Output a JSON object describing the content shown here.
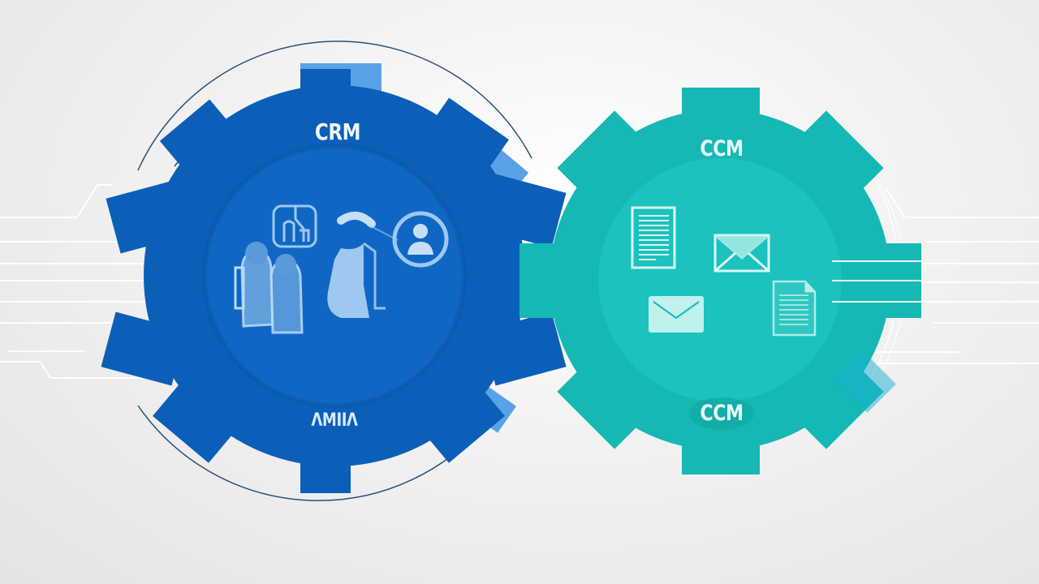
{
  "diagram": {
    "type": "interlocking-gears",
    "colors": {
      "background": "#ececec",
      "crm_gear": "#0b5fb8",
      "crm_gear_highlight": "#5aa2e8",
      "crm_hub": "#1168c4",
      "ccm_gear": "#16b8b4",
      "ccm_hub": "#1cc3bf",
      "icon_light": "#cfe6fb",
      "icon_teal_light": "#c8f3ef",
      "circuit_lines": "#ffffff"
    },
    "gears": [
      {
        "id": "crm",
        "labels": {
          "top": "CRM",
          "bottom": "ΛMIIΛ"
        },
        "icons": [
          "building-icon",
          "people-icon",
          "person-hand-icon",
          "user-profile-icon"
        ]
      },
      {
        "id": "ccm",
        "labels": {
          "top": "CCM",
          "bottom": "CCM"
        },
        "icons": [
          "document-icon",
          "envelope-open-icon",
          "envelope-icon",
          "document-page-icon"
        ]
      }
    ],
    "connectors": [
      "circuit-lines-left",
      "circuit-lines-right"
    ]
  }
}
